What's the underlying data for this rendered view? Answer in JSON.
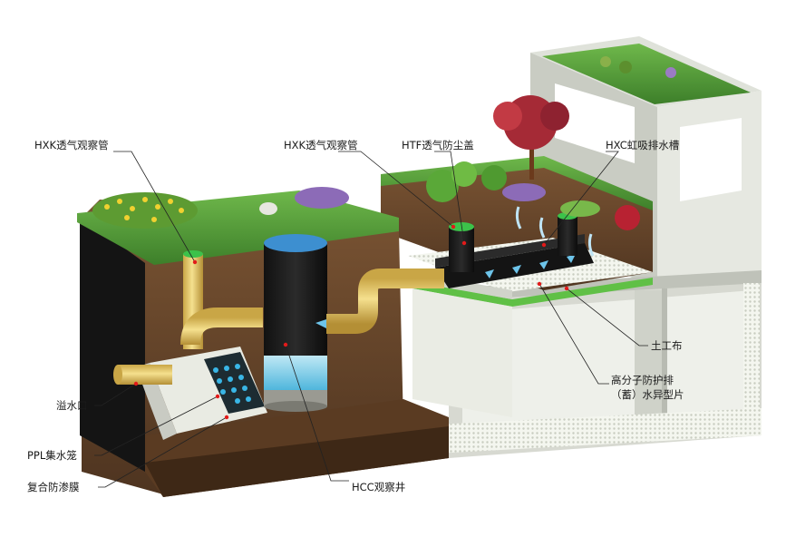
{
  "labels": {
    "hxk_left": "HXK透气观察管",
    "hxk_center": "HXK透气观察管",
    "htf": "HTF透气防尘盖",
    "hxc": "HXC虹吸排水槽",
    "overflow": "溢水口",
    "ppl": "PPL集水笼",
    "membrane": "复合防渗膜",
    "hcc": "HCC观察井",
    "geotextile": "土工布",
    "drain_line1": "高分子防护排",
    "drain_line2": "（蓄）水异型片"
  },
  "colors": {
    "grass": "#4f9a37",
    "soil": "#6b4a2c",
    "pipe_yellow": "#e6c66a",
    "well_blue": "#3d9ad8",
    "concrete": "#d9dcd4",
    "callout_dot": "#e21a1a"
  }
}
